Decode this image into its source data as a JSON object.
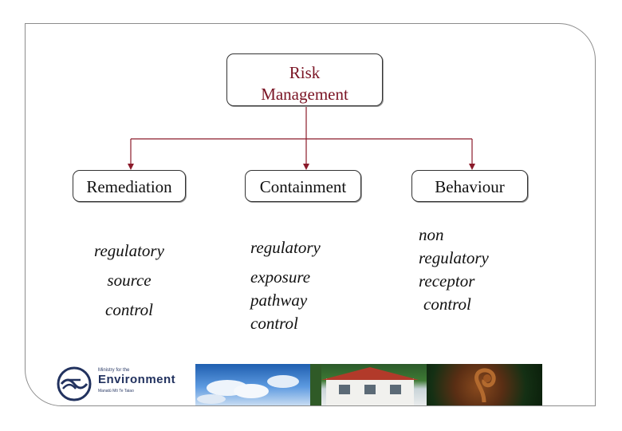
{
  "diagram": {
    "root": {
      "line1": "Risk",
      "line2": "Management"
    },
    "branches": [
      {
        "label": "Remediation",
        "items": [
          "regulatory",
          "source",
          "control"
        ]
      },
      {
        "label": "Containment",
        "items": [
          "regulatory",
          "exposure",
          "pathway",
          "control"
        ]
      },
      {
        "label": "Behaviour",
        "items": [
          "non",
          "regulatory",
          "receptor",
          "control"
        ]
      }
    ]
  },
  "footer": {
    "logo": {
      "small_text": "Ministry for the",
      "main_text": "Environment",
      "sub_text": "Manatū Mō Te Taiao"
    }
  },
  "colors": {
    "root_text": "#7a1424",
    "connector": "#8b1a2a",
    "frame": "#8c8c8c",
    "logo": "#22325f"
  }
}
